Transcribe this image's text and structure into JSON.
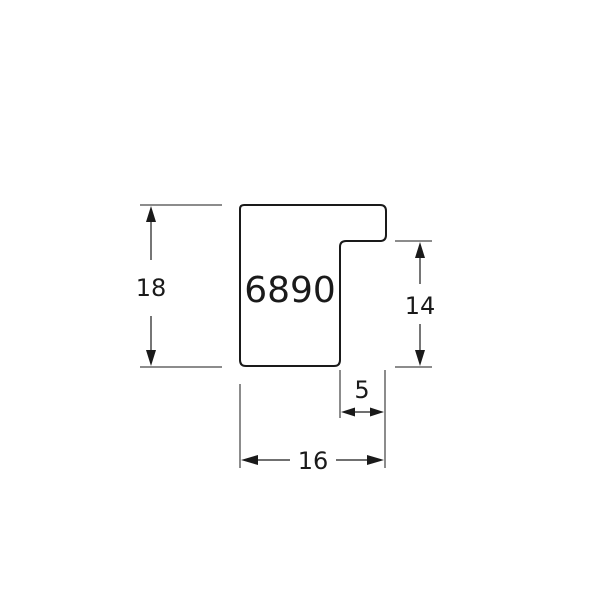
{
  "profile": {
    "code": "6890"
  },
  "dimensions": {
    "height_total": "18",
    "height_right": "14",
    "width_lip": "5",
    "width_total": "16"
  }
}
